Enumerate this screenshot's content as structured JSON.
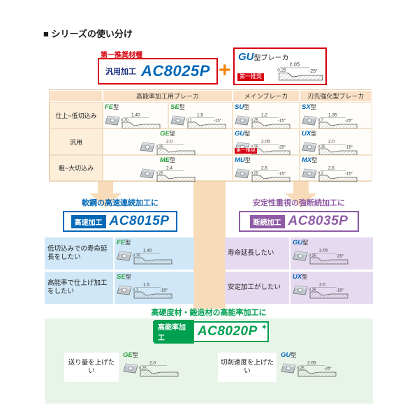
{
  "title": "■ シリーズの使い分け",
  "labels": {
    "kata": "型",
    "plus": "+",
    "sparkle": "✦"
  },
  "colors": {
    "red": "#d7000f",
    "orange": "#f08300",
    "blue": "#0068b7",
    "purple": "#8f5ba5",
    "green": "#00a051",
    "e_series_green": "#2f9e41",
    "peach": "#f8dcba",
    "light_blue": "#cfe7f6",
    "light_purple": "#e6daf0",
    "light_green": "#e9f4e9"
  },
  "top": {
    "first_recommend_grade": "第一推奨材種",
    "grade_tag": "汎用加工",
    "grade_name": "AC8025P",
    "breaker_name": "GU",
    "breaker_suffix": "型ブレーカ",
    "first_recommend": "第一推奨",
    "gu_diagram": {
      "d1": "2.05",
      "d2": "0.25",
      "angle": "-25°"
    }
  },
  "table": {
    "headers": [
      "高能率加工用ブレーカ",
      "メインブレーカ",
      "刃先強化型ブレーカ"
    ],
    "row_labels": [
      "仕上~低切込み",
      "汎用",
      "粗~大切込み"
    ],
    "first_recommend_tag": "第一推奨",
    "cells": {
      "fe": {
        "name": "FE",
        "diagram": {
          "d1": "1.40",
          "d2": "0.70",
          "angle": ""
        }
      },
      "se": {
        "name": "SE",
        "diagram": {
          "d1": "1.5",
          "d2": "0.1",
          "angle": "-15°"
        }
      },
      "su": {
        "name": "SU",
        "diagram": {
          "d1": "1.2",
          "d2": "0.25",
          "angle": "-15°"
        }
      },
      "sx": {
        "name": "SX",
        "diagram": {
          "d1": "1.35",
          "d2": "0.7",
          "angle": "-25°"
        }
      },
      "ge": {
        "name": "GE",
        "diagram": {
          "d1": "2.0",
          "d2": "0.25",
          "angle": ""
        }
      },
      "gu": {
        "name": "GU",
        "diagram": {
          "d1": "2.05",
          "d2": "0.25",
          "angle": "-25°"
        }
      },
      "ux": {
        "name": "UX",
        "diagram": {
          "d1": "2.0",
          "d2": "0.25",
          "angle": "-15°"
        }
      },
      "me": {
        "name": "ME",
        "diagram": {
          "d1": "2.4",
          "d2": "0.25",
          "angle": ""
        }
      },
      "mu": {
        "name": "MU",
        "diagram": {
          "d1": "2.5",
          "d2": "0.25",
          "angle": "-15°"
        }
      },
      "mx": {
        "name": "MX",
        "diagram": {
          "d1": "2.5",
          "d2": "0.3",
          "angle": "-15°"
        }
      }
    }
  },
  "panel_left": {
    "header": "軟鋼の高速連続加工に",
    "grade_tag": "高速加工",
    "grade_name": "AC8015P",
    "rows": [
      {
        "text": "低切込みでの寿命延長をしたい",
        "breaker": "FE"
      },
      {
        "text": "高能率で仕上げ加工をしたい",
        "breaker": "SE"
      }
    ]
  },
  "panel_right": {
    "header": "安定性重視の強断続加工に",
    "grade_tag": "断続加工",
    "grade_name": "AC8035P",
    "rows": [
      {
        "text": "寿命延長したい",
        "breaker": "GU"
      },
      {
        "text": "安定加工がしたい",
        "breaker": "UX"
      }
    ]
  },
  "panel_bottom": {
    "header": "高硬度材・鍛造材の高能率加工に",
    "grade_tag": "高能率加工",
    "grade_name": "AC8020P",
    "cells": [
      {
        "text": "送り量を上げたい",
        "breaker": "GE"
      },
      {
        "text": "切削速度を上げたい",
        "breaker": "GU"
      }
    ]
  }
}
